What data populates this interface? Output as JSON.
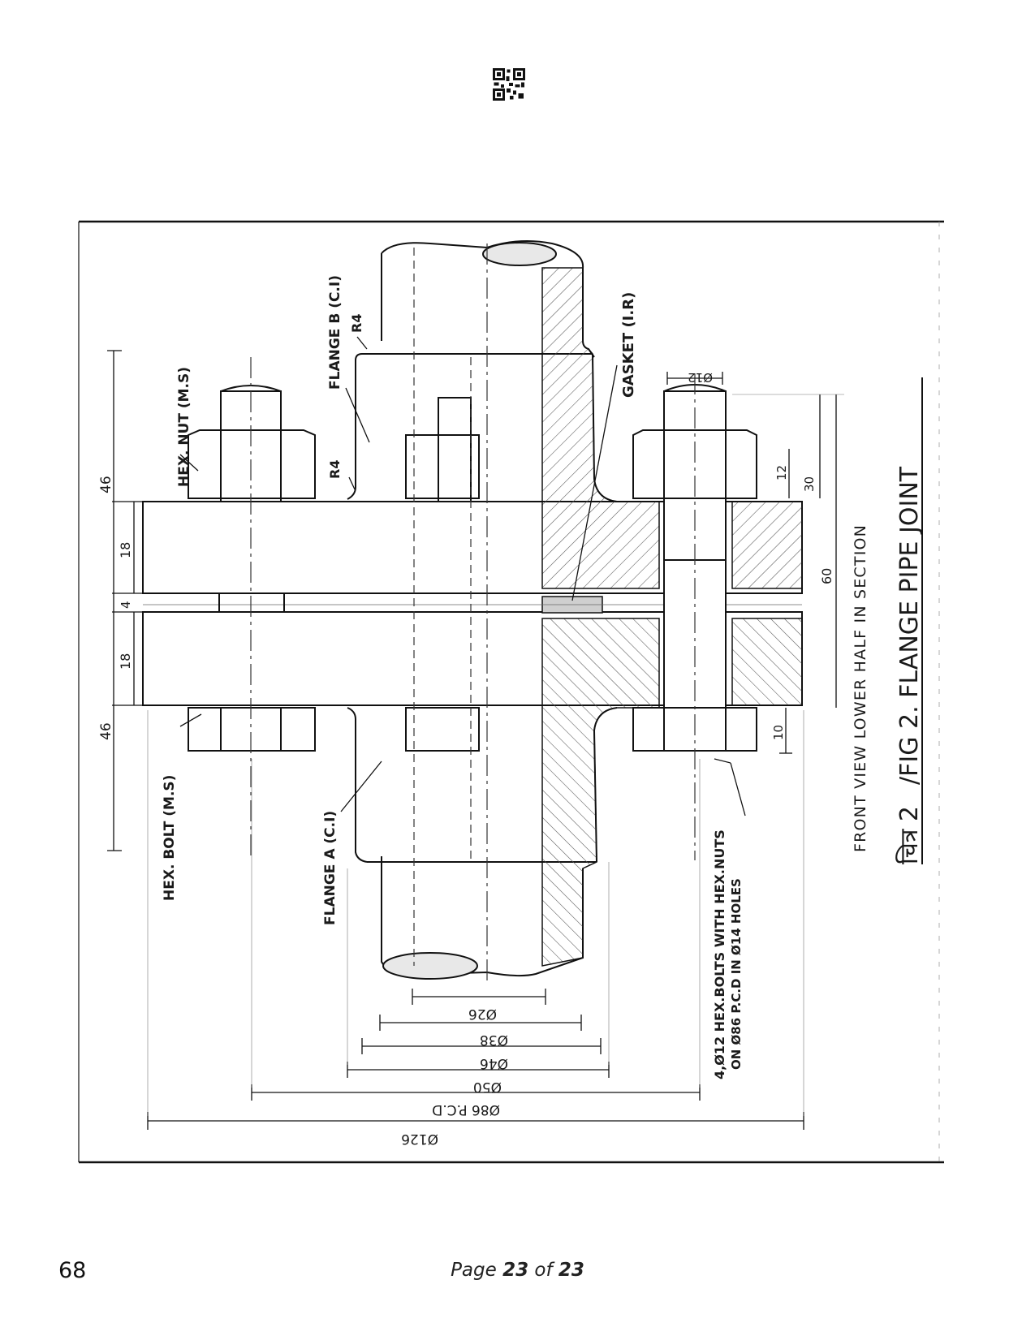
{
  "page": {
    "number": "68",
    "footer_prefix": "Page ",
    "footer_current": "23",
    "footer_middle": " of ",
    "footer_total": "23"
  },
  "drawing": {
    "title_hindi": "चित्र 2",
    "title": "/FIG 2. FLANGE PIPE JOINT",
    "view_caption": "FRONT VIEW LOWER HALF IN SECTION",
    "labels": {
      "hex_nut": "HEX. NUT (M.S)",
      "hex_bolt": "HEX. BOLT (M.S)",
      "flange_a": "FLANGE A (C.I)",
      "flange_b": "FLANGE B (C.I)",
      "gasket": "GASKET (I.R)",
      "bolt_note_1": "4,Ø12 HEX.BOLTS WITH HEX.NUTS",
      "bolt_note_2": "ON Ø86 P.C.D IN Ø14 HOLES",
      "r4_upper": "R4",
      "r4_lower": "R4"
    },
    "dimensions": {
      "d126": "Ø126",
      "d86": "Ø86 P.C.D",
      "d50": "Ø50",
      "d46": "Ø46",
      "d38": "Ø38",
      "d26": "Ø26",
      "d12": "Ø12",
      "len46_top": "46",
      "len18_top": "18",
      "len4": "4",
      "len18_bottom": "18",
      "len46_bottom": "46",
      "len12": "12",
      "len30": "30",
      "len60": "60",
      "len10": "10"
    }
  }
}
